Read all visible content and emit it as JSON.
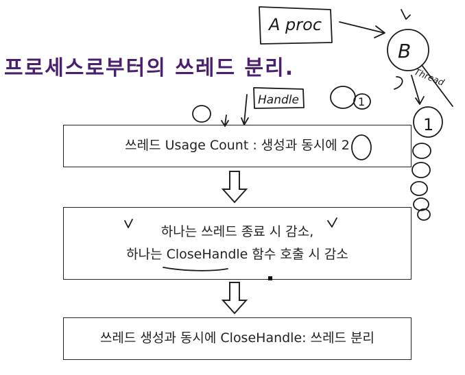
{
  "slide": {
    "title": "프로세스로부터의 쓰레드 분리."
  },
  "boxes": {
    "usage": "쓰레드 Usage Count : 생성과 동시에 2",
    "decrease1": "하나는 쓰레드 종료 시 감소,",
    "decrease2": "하나는 CloseHandle 함수 호출 시 감소",
    "detach": "쓰레드 생성과 동시에 CloseHandle: 쓰레드 분리"
  },
  "annotations": {
    "a_proc": "A proc",
    "b_label": "B",
    "b_sub": "Thread",
    "handle": "Handle",
    "one_a": "1",
    "one_b": "1",
    "two": "2"
  },
  "colors": {
    "title": "#4a1f6e",
    "ink": "#222222"
  }
}
